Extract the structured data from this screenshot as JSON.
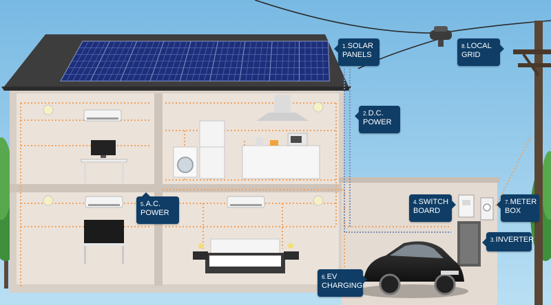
{
  "labels": [
    {
      "id": "solar-panels",
      "num": "1.",
      "text": "SOLAR\nPANELS"
    },
    {
      "id": "dc-power",
      "num": "2.",
      "text": "D.C.\nPOWER"
    },
    {
      "id": "inverter",
      "num": "3.",
      "text": "INVERTER"
    },
    {
      "id": "switch-board",
      "num": "4.",
      "text": "SWITCH\nBOARD"
    },
    {
      "id": "ac-power",
      "num": "5.",
      "text": "A.C.\nPOWER"
    },
    {
      "id": "ev-charging",
      "num": "6.",
      "text": "EV\nCHARGING"
    },
    {
      "id": "meter-box",
      "num": "7.",
      "text": "METER\nBOX"
    },
    {
      "id": "local-grid",
      "num": "8.",
      "text": "LOCAL\nGRID"
    }
  ],
  "colors": {
    "sky": "#8cc8ea",
    "wall": "#e9dfd6",
    "roof": "#3d3d3d",
    "panel": "#1d2f7a",
    "callout": "#0f3d66",
    "ac_wire": "#f2a15c",
    "dc_wire": "#7a8fb8"
  }
}
